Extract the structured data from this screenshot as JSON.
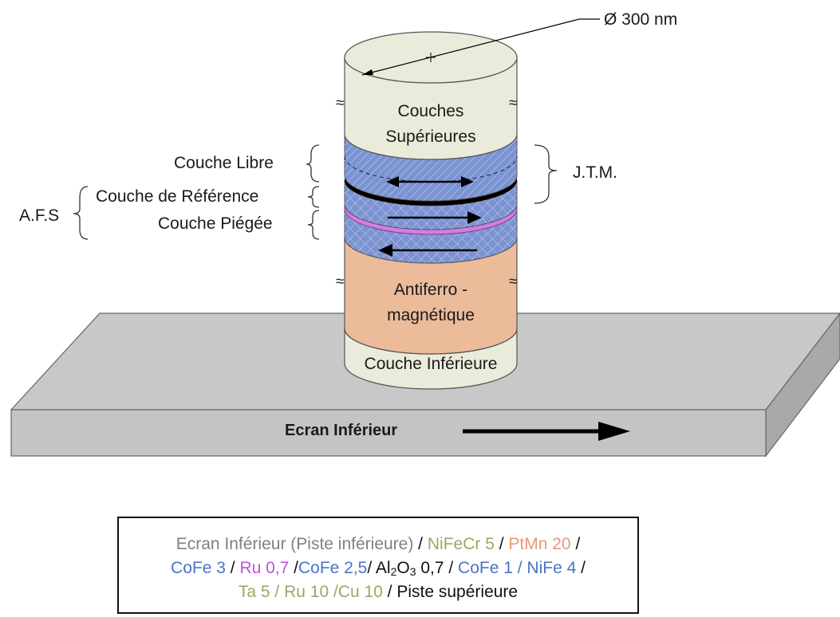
{
  "diameter_label": "Ø 300 nm",
  "labels": {
    "top_layers": [
      "Couches",
      "Supérieures"
    ],
    "free_layer": "Couche Libre",
    "reference_layer": "Couche de Référence",
    "pinned_layer": "Couche Piégée",
    "afs": "A.F.S",
    "jtm": "J.T.M.",
    "antiferro": [
      "Antiferro -",
      "magnétique"
    ],
    "bottom_layer": "Couche Inférieure",
    "screen": "Ecran Inférieur",
    "break_mark": "≈"
  },
  "legend": {
    "line1": [
      {
        "text": "Ecran Inférieur (Piste inférieure)",
        "color": "#808080"
      },
      {
        "text": " / ",
        "color": "#111111"
      },
      {
        "text": "NiFeCr 5",
        "color": "#9aa866"
      },
      {
        "text": " / ",
        "color": "#111111"
      },
      {
        "text": "PtMn 20",
        "color": "#e59a7a"
      },
      {
        "text": " /",
        "color": "#111111"
      }
    ],
    "line2": [
      {
        "text": "CoFe 3",
        "color": "#4a74c4"
      },
      {
        "text": " / ",
        "color": "#111111"
      },
      {
        "text": "Ru 0,7",
        "color": "#c050d8"
      },
      {
        "text": " /",
        "color": "#111111"
      },
      {
        "text": "CoFe 2,5",
        "color": "#4a74c4"
      },
      {
        "text": "/ ",
        "color": "#111111"
      },
      {
        "text": "Al",
        "color": "#111111"
      },
      {
        "text": "2",
        "color": "#111111",
        "sub": true
      },
      {
        "text": "O",
        "color": "#111111"
      },
      {
        "text": "3",
        "color": "#111111",
        "sub": true
      },
      {
        "text": " 0,7 / ",
        "color": "#111111"
      },
      {
        "text": "CoFe 1 / NiFe 4",
        "color": "#4a74c4"
      },
      {
        "text": " /",
        "color": "#111111"
      }
    ],
    "line3": [
      {
        "text": "Ta 5 / Ru 10 /Cu 10",
        "color": "#9aa866"
      },
      {
        "text": " / Piste supérieure",
        "color": "#111111"
      }
    ]
  },
  "colors": {
    "top_layer": "#ebebdc",
    "blue_layer": "#7b93d2",
    "ru_layer": "#d37ee0",
    "afm_layer": "#ebbb9a",
    "bottom_layer": "#ebebdc",
    "slab_top": "#c8c8c8",
    "slab_front": "#c4c4c4"
  }
}
